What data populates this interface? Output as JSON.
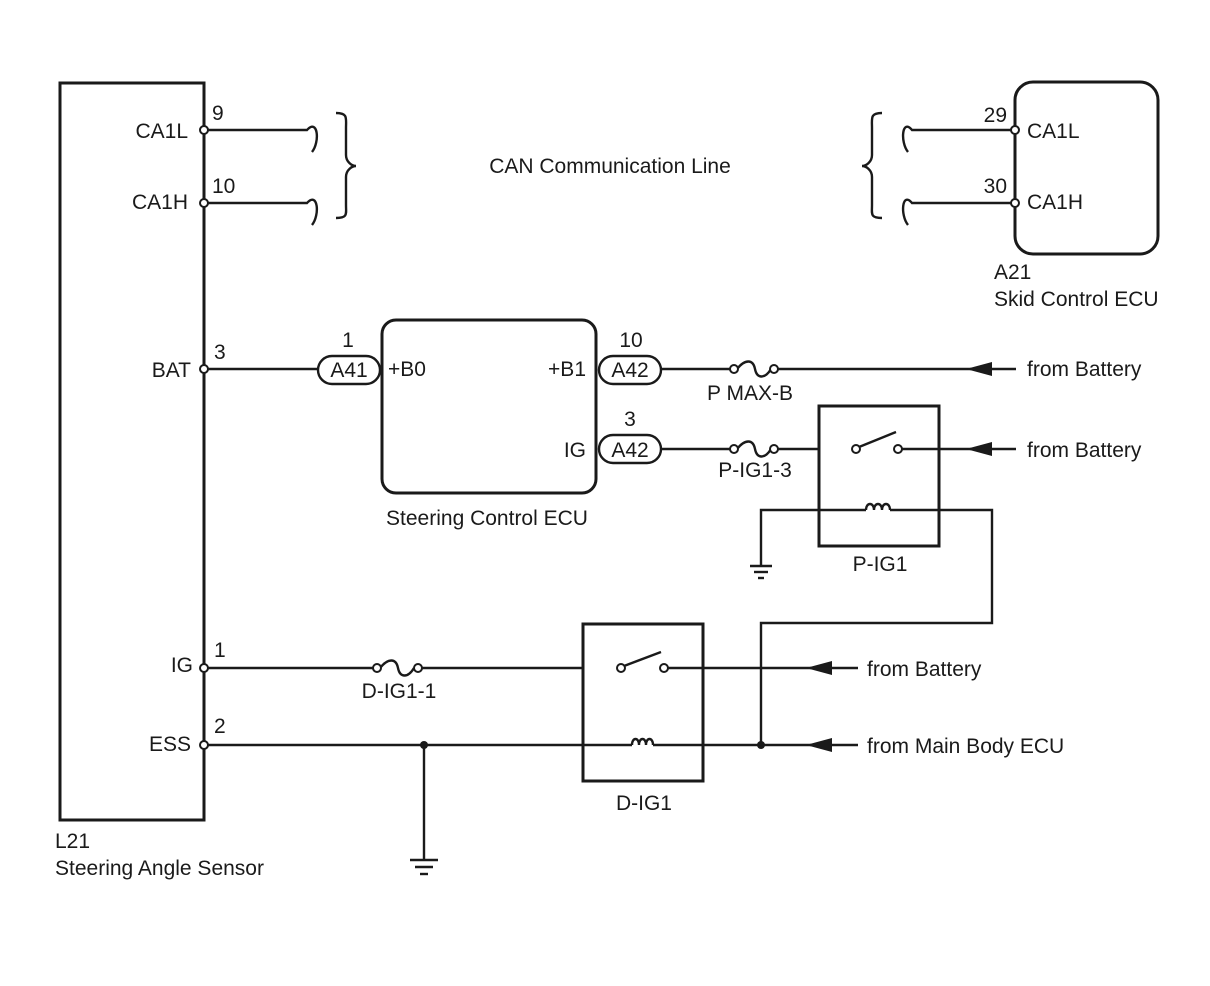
{
  "diagram": {
    "can_line_label": "CAN Communication Line",
    "sensor": {
      "code": "L21",
      "name": "Steering Angle Sensor",
      "pins": {
        "ca1l": {
          "name": "CA1L",
          "num": "9"
        },
        "ca1h": {
          "name": "CA1H",
          "num": "10"
        },
        "bat": {
          "name": "BAT",
          "num": "3"
        },
        "ig": {
          "name": "IG",
          "num": "1"
        },
        "ess": {
          "name": "ESS",
          "num": "2"
        }
      }
    },
    "skid_ecu": {
      "code": "A21",
      "name": "Skid Control ECU",
      "pins": {
        "ca1l": {
          "name": "CA1L",
          "num": "29"
        },
        "ca1h": {
          "name": "CA1H",
          "num": "30"
        }
      }
    },
    "steering_ecu": {
      "name": "Steering Control ECU",
      "pins": {
        "b0": {
          "name": "+B0",
          "num": "1",
          "connector": "A41"
        },
        "b1": {
          "name": "+B1",
          "num": "10",
          "connector": "A42"
        },
        "ig": {
          "name": "IG",
          "num": "3",
          "connector": "A42"
        }
      }
    },
    "fuses": {
      "pmaxb": "P MAX-B",
      "pig13": "P-IG1-3",
      "dig11": "D-IG1-1"
    },
    "relays": {
      "pig1": "P-IG1",
      "dig1": "D-IG1"
    },
    "sources": {
      "battery_1": "from Battery",
      "battery_2": "from Battery",
      "battery_3": "from Battery",
      "main_body_ecu": "from Main Body ECU"
    }
  }
}
